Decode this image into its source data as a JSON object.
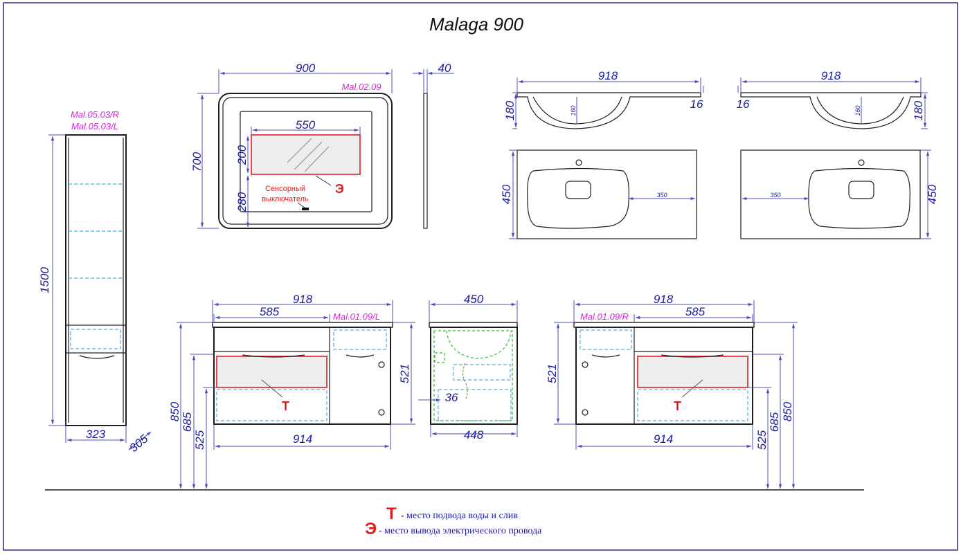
{
  "title": "Malaga 900",
  "column": {
    "code_r": "Mal.05.03/R",
    "code_l": "Mal.05.03/L",
    "height": "1500",
    "width": "323",
    "depth": "305"
  },
  "mirror": {
    "code": "Mal.02.09",
    "width": "900",
    "height": "700",
    "depth": "40",
    "window_width": "550",
    "window_height": "200",
    "bottom_offset": "280",
    "sensor_label_line1": "Сенсорный",
    "sensor_label_line2": "выключатель",
    "electric_mark": "Э"
  },
  "sink_left": {
    "width": "918",
    "height": "180",
    "bowl_depth": "160",
    "edge": "16",
    "depth": "450",
    "offset": "350"
  },
  "sink_right": {
    "width": "918",
    "height": "180",
    "bowl_depth": "160",
    "edge": "16",
    "depth": "450",
    "offset": "350"
  },
  "cabinet_left": {
    "code": "Mal.01.09/L",
    "top_width": "918",
    "drawer_width": "585",
    "body_width": "914",
    "body_height": "521",
    "total_height": "850",
    "h685": "685",
    "h525": "525",
    "water_mark": "Т"
  },
  "cabinet_side": {
    "top_depth": "450",
    "bottom_depth": "448",
    "inset": "36"
  },
  "cabinet_right": {
    "code": "Mal.01.09/R",
    "top_width": "918",
    "drawer_width": "585",
    "body_width": "914",
    "body_height": "521",
    "total_height": "850",
    "h685": "685",
    "h525": "525",
    "water_mark": "Т"
  },
  "legend": [
    {
      "key": "Т",
      "text": "- место подвода воды и слив"
    },
    {
      "key": "Э",
      "text": "-  место вывода электрического провода"
    }
  ],
  "colors": {
    "dimension": "#1a1aa6",
    "code": "#e21ee6",
    "marker": "#e51c1c",
    "frame": "#1e1e1e"
  }
}
